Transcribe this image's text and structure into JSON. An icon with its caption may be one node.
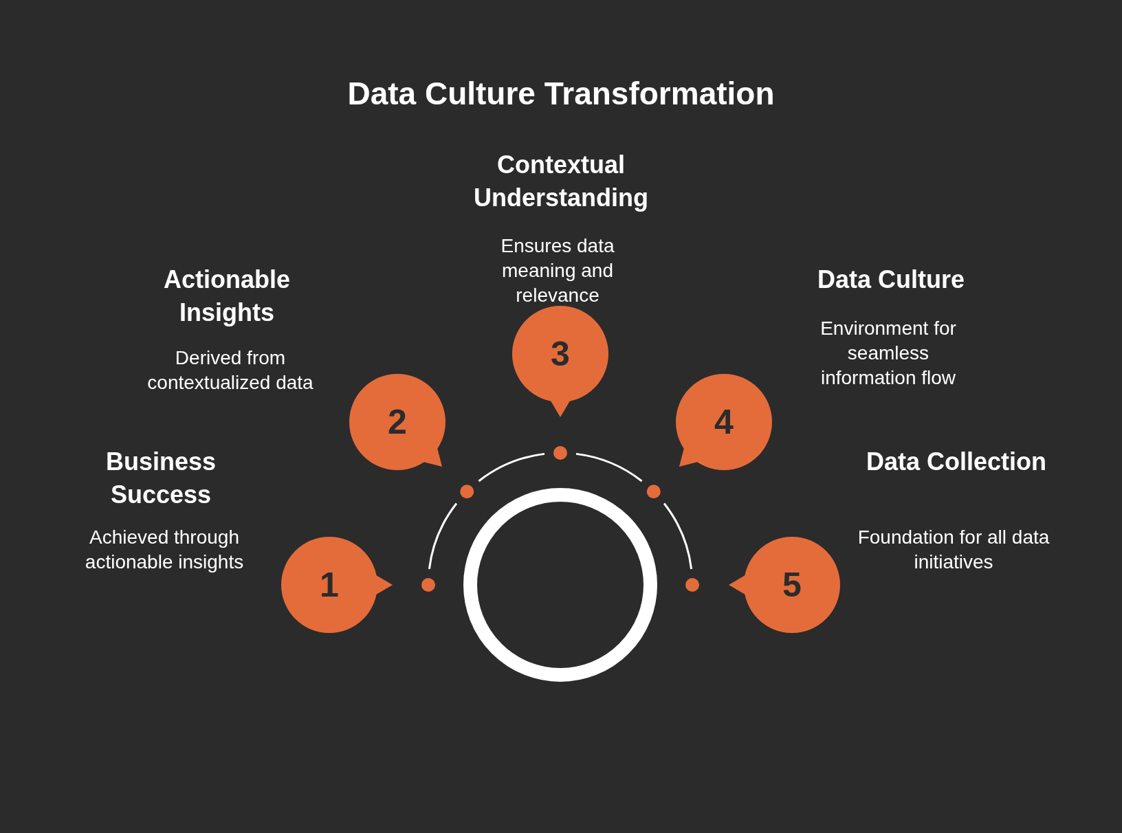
{
  "diagram": {
    "title": "Data Culture Transformation",
    "nodes": [
      {
        "text": [
          "1"
        ],
        "beside": [
          "Business Success",
          "Achieved through actionable insights"
        ]
      },
      {
        "text": [
          "2"
        ],
        "beside": [
          "Actionable Insights",
          "Derived from contextualized data"
        ]
      },
      {
        "text": [
          "3"
        ],
        "beside": [
          "Contextual Understanding",
          "Ensures data meaning and relevance"
        ]
      },
      {
        "text": [
          "4"
        ],
        "beside": [
          "Data Culture",
          "Environment for seamless information flow"
        ]
      },
      {
        "text": [
          "5"
        ],
        "beside": [
          "Data Collection",
          "Foundation for all data initiatives"
        ]
      },
      {
        "text": [],
        "shape": "circle"
      }
    ]
  }
}
